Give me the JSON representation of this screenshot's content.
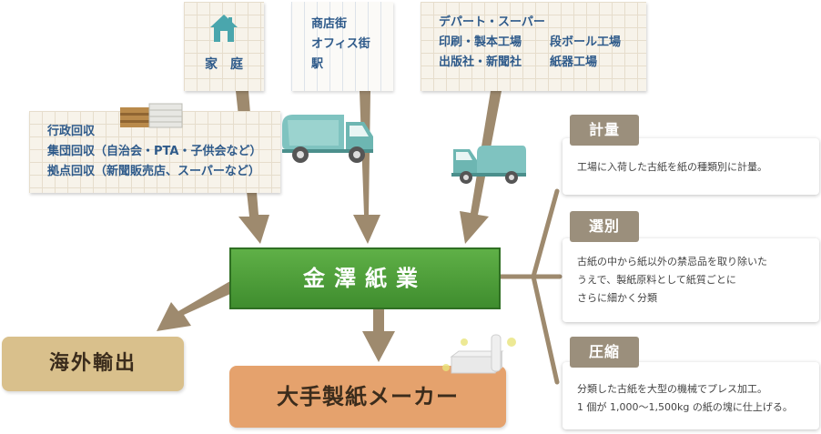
{
  "colors": {
    "arrow": "#9e8a6e",
    "source_text": "#2e5a8a",
    "company_green": "#4f9e3a",
    "tag_bg": "#9b8f7c",
    "export_bg": "#d9c08c",
    "maker_bg": "#e5a26d",
    "truck": "#7fc3c0"
  },
  "sources": {
    "home": {
      "label": "家　庭",
      "icon": "house-icon"
    },
    "town": {
      "lines": [
        "商店街",
        "オフィス街",
        "駅"
      ]
    },
    "business": {
      "line1": "デパート・スーパー",
      "line2a": "印刷・製本工場",
      "line2b": "段ボール工場",
      "line3a": "出版社・新聞社",
      "line3b": "紙器工場"
    },
    "collection": {
      "lines": [
        "行政回収",
        "集団回収（自治会・PTA・子供会など）",
        "拠点回収（新聞販売店、スーパーなど）"
      ],
      "icon": "paper-bundle-icon"
    }
  },
  "company": "金澤紙業",
  "export": "海外輸出",
  "maker": "大手製紙メーカー",
  "steps": [
    {
      "title": "計量",
      "text": [
        "工場に入荷した古紙を紙の種類別に計量。"
      ]
    },
    {
      "title": "選別",
      "text": [
        "古紙の中から紙以外の禁忌品を取り除いた",
        "うえで、製紙原料として紙質ごとに",
        "さらに細かく分類"
      ]
    },
    {
      "title": "圧縮",
      "text": [
        "分類した古紙を大型の機械でプレス加工。",
        "1 個が 1,000～1,500kg の紙の塊に仕上げる。"
      ]
    }
  ]
}
